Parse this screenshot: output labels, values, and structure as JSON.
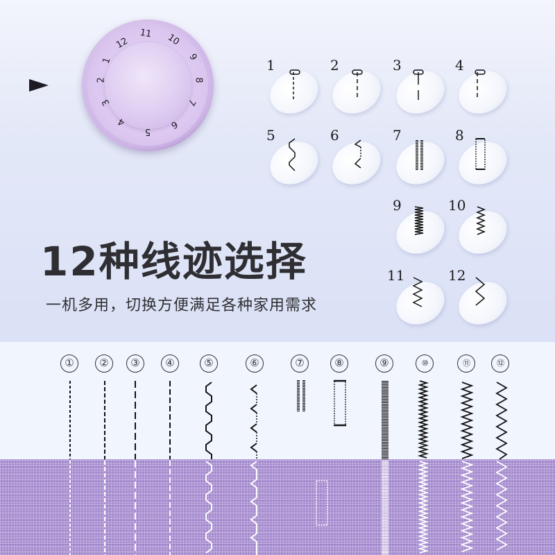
{
  "headline": "12种线迹选择",
  "subheadline": "一机多用，切换方便满足各种家用需求",
  "colors": {
    "background_top": "#dde3f6",
    "background_bottom": "#f1f5fe",
    "fabric": "#a98fd1",
    "dial": "#d9c5ef",
    "text_dark": "#2f2f33"
  },
  "dial": {
    "indicator_icon": "arrow-right-icon",
    "numbers": [
      "1",
      "2",
      "3",
      "4",
      "5",
      "6",
      "7",
      "8",
      "9",
      "10",
      "11",
      "12"
    ]
  },
  "buttons": [
    {
      "label": "1",
      "stitch": "straight-left"
    },
    {
      "label": "2",
      "stitch": "straight-center"
    },
    {
      "label": "3",
      "stitch": "straight-long"
    },
    {
      "label": "4",
      "stitch": "straight-right"
    },
    {
      "label": "5",
      "stitch": "stretch-zigzag"
    },
    {
      "label": "6",
      "stitch": "blind-hem"
    },
    {
      "label": "7",
      "stitch": "double-satin"
    },
    {
      "label": "8",
      "stitch": "buttonhole"
    },
    {
      "label": "9",
      "stitch": "dense-zigzag"
    },
    {
      "label": "10",
      "stitch": "narrow-zigzag"
    },
    {
      "label": "11",
      "stitch": "medium-zigzag"
    },
    {
      "label": "12",
      "stitch": "wide-zigzag"
    }
  ],
  "stitch_samples": [
    {
      "num": "①"
    },
    {
      "num": "②"
    },
    {
      "num": "③"
    },
    {
      "num": "④"
    },
    {
      "num": "⑤"
    },
    {
      "num": "⑥"
    },
    {
      "num": "⑦"
    },
    {
      "num": "⑧"
    },
    {
      "num": "⑨"
    },
    {
      "num": "⑩"
    },
    {
      "num": "⑪"
    },
    {
      "num": "⑫"
    }
  ]
}
